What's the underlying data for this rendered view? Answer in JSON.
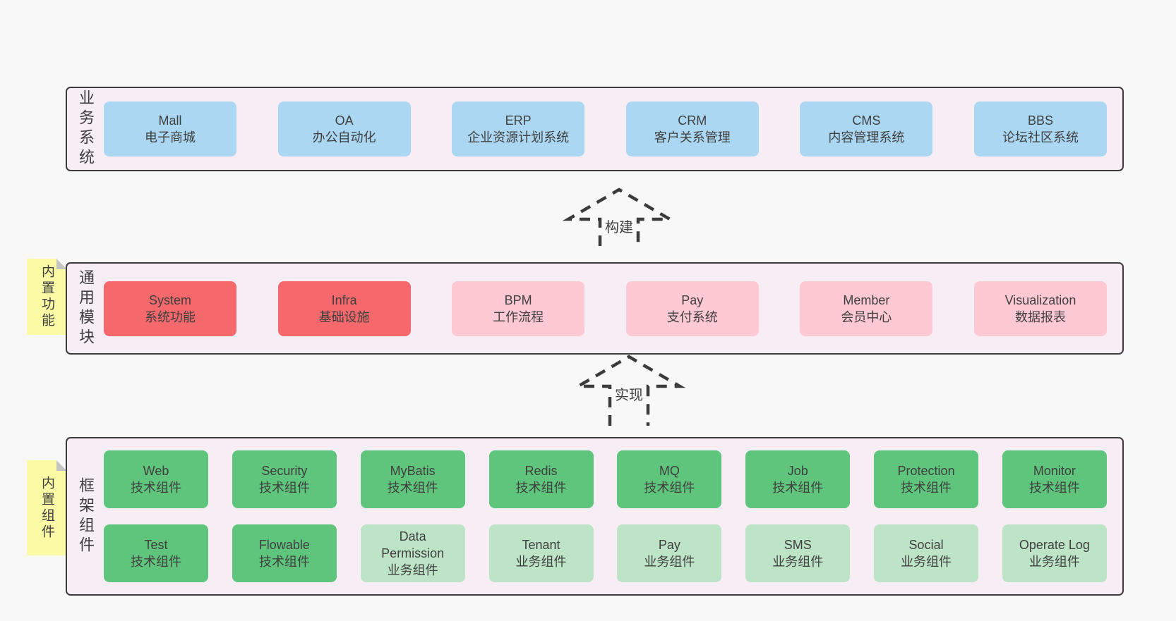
{
  "palette": {
    "canvas_bg": "#f8f8f8",
    "panel_bg": "#f7edf5",
    "panel_border": "#3c3c3c",
    "text": "#3f3f3f",
    "blue": "#abd7f2",
    "red": "#f5686c",
    "pink": "#fec9d2",
    "green": "#60c57c",
    "light_green": "#bee4c7",
    "sticky_bg": "#fbfba5",
    "sticky_fold": "#c4c4c4"
  },
  "arrows": [
    {
      "label": "构建"
    },
    {
      "label": "实现"
    }
  ],
  "sections": [
    {
      "side_label": "业务系统",
      "rows": [
        [
          {
            "title": "Mall",
            "subtitle": "电子商城",
            "variant": "blue"
          },
          {
            "title": "OA",
            "subtitle": "办公自动化",
            "variant": "blue"
          },
          {
            "title": "ERP",
            "subtitle": "企业资源计划系统",
            "variant": "blue"
          },
          {
            "title": "CRM",
            "subtitle": "客户关系管理",
            "variant": "blue"
          },
          {
            "title": "CMS",
            "subtitle": "内容管理系统",
            "variant": "blue"
          },
          {
            "title": "BBS",
            "subtitle": "论坛社区系统",
            "variant": "blue"
          }
        ]
      ]
    },
    {
      "side_label": "通用模块",
      "sticky": "内置功能",
      "rows": [
        [
          {
            "title": "System",
            "subtitle": "系统功能",
            "variant": "red"
          },
          {
            "title": "Infra",
            "subtitle": "基础设施",
            "variant": "red"
          },
          {
            "title": "BPM",
            "subtitle": "工作流程",
            "variant": "pink"
          },
          {
            "title": "Pay",
            "subtitle": "支付系统",
            "variant": "pink"
          },
          {
            "title": "Member",
            "subtitle": "会员中心",
            "variant": "pink"
          },
          {
            "title": "Visualization",
            "subtitle": "数据报表",
            "variant": "pink"
          }
        ]
      ]
    },
    {
      "side_label": "框架组件",
      "sticky": "内置组件",
      "rows": [
        [
          {
            "title": "Web",
            "subtitle": "技术组件",
            "variant": "green"
          },
          {
            "title": "Security",
            "subtitle": "技术组件",
            "variant": "green"
          },
          {
            "title": "MyBatis",
            "subtitle": "技术组件",
            "variant": "green"
          },
          {
            "title": "Redis",
            "subtitle": "技术组件",
            "variant": "green"
          },
          {
            "title": "MQ",
            "subtitle": "技术组件",
            "variant": "green"
          },
          {
            "title": "Job",
            "subtitle": "技术组件",
            "variant": "green"
          },
          {
            "title": "Protection",
            "subtitle": "技术组件",
            "variant": "green"
          },
          {
            "title": "Monitor",
            "subtitle": "技术组件",
            "variant": "green"
          }
        ],
        [
          {
            "title": "Test",
            "subtitle": "技术组件",
            "variant": "green"
          },
          {
            "title": "Flowable",
            "subtitle": "技术组件",
            "variant": "green"
          },
          {
            "title": "Data Permission",
            "subtitle": "业务组件",
            "variant": "lightgreen"
          },
          {
            "title": "Tenant",
            "subtitle": "业务组件",
            "variant": "lightgreen"
          },
          {
            "title": "Pay",
            "subtitle": "业务组件",
            "variant": "lightgreen"
          },
          {
            "title": "SMS",
            "subtitle": "业务组件",
            "variant": "lightgreen"
          },
          {
            "title": "Social",
            "subtitle": "业务组件",
            "variant": "lightgreen"
          },
          {
            "title": "Operate Log",
            "subtitle": "业务组件",
            "variant": "lightgreen"
          }
        ]
      ]
    }
  ]
}
